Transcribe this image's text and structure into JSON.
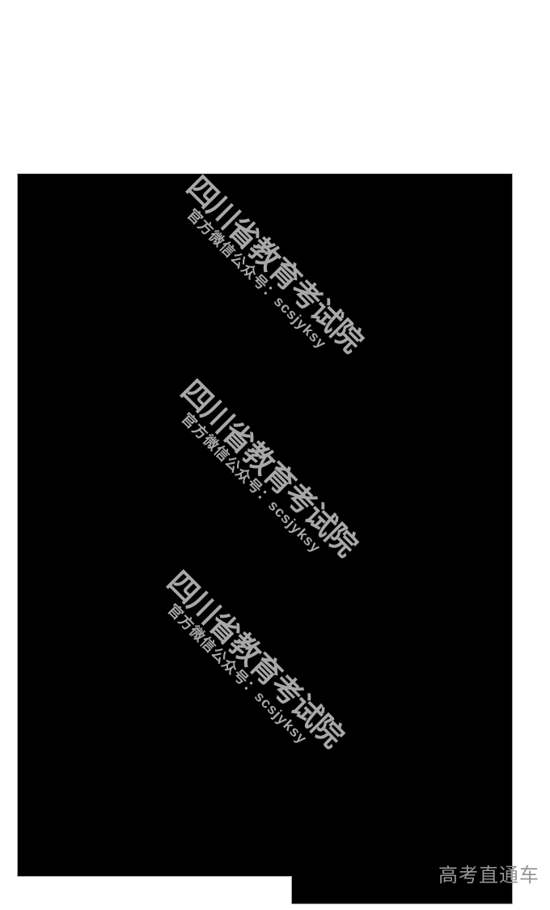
{
  "colors": {
    "bg": "#ffffff",
    "ink": "#000000",
    "border": "#a9a9a9",
    "wm": "#a8a8a8",
    "brand": "#969696"
  },
  "watermark": {
    "line1": "四川省教育考试院",
    "line2": "官方微信公众号：scsjyksy",
    "repeat_count": "3"
  },
  "brand": {
    "text": "高考直通车"
  }
}
